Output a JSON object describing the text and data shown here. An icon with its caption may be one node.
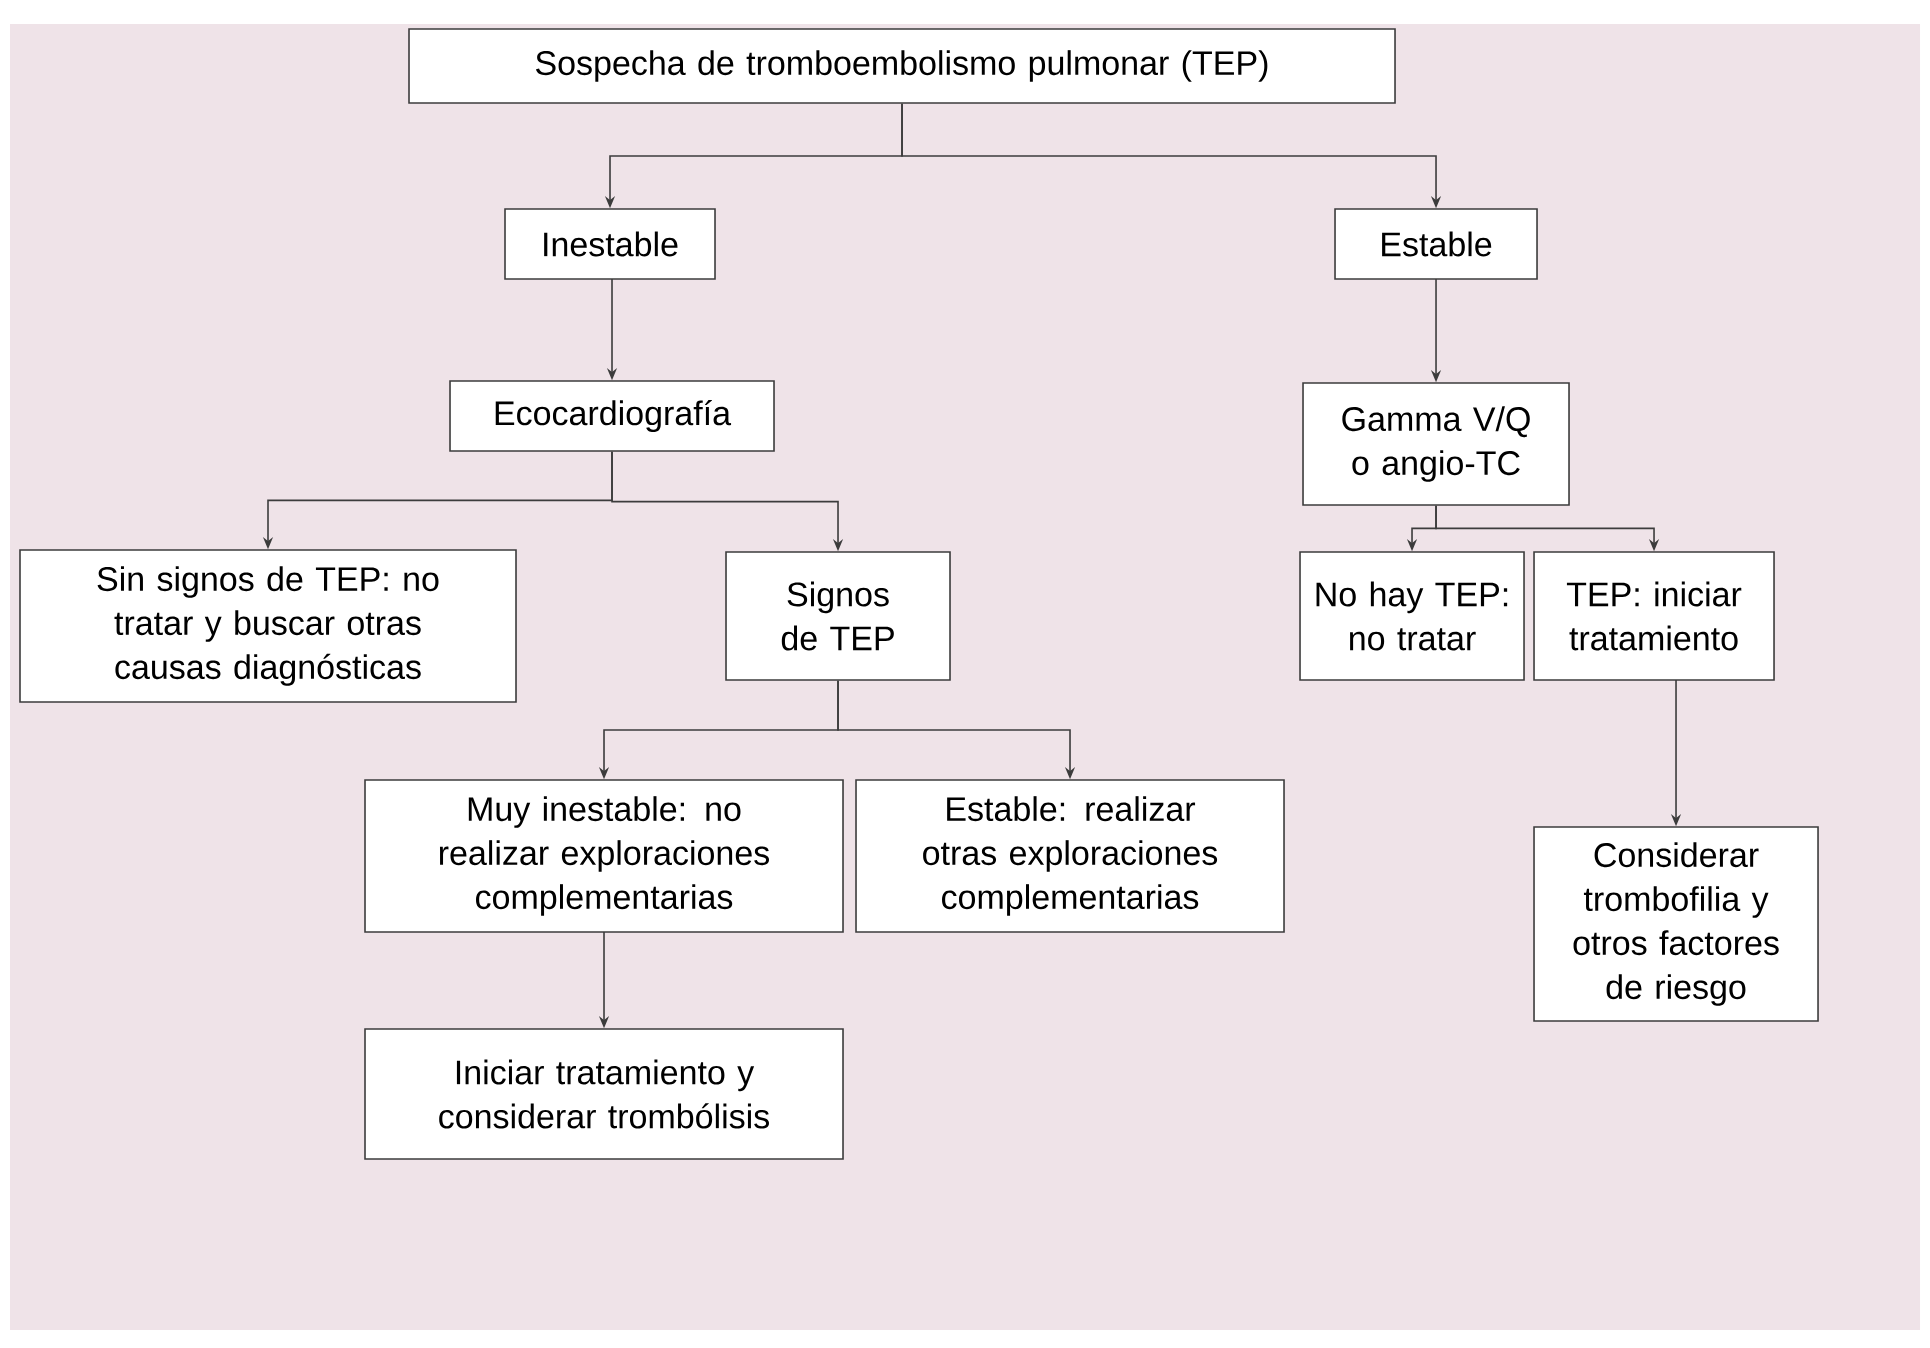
{
  "diagram": {
    "nodes": [
      {
        "text": [
          "Sospecha de tromboembolismo pulmonar (TEP)"
        ]
      },
      {
        "text": [
          "Inestable"
        ]
      },
      {
        "text": [
          "Estable"
        ]
      },
      {
        "text": [
          "Ecocardiografía"
        ]
      },
      {
        "text": [
          "Gamma V/Q o angio-TC"
        ]
      },
      {
        "text": [
          "Sin signos de TEP: no tratar y buscar otras causas diagnósticas"
        ]
      },
      {
        "text": [
          "Signos de TEP"
        ]
      },
      {
        "text": [
          "No hay TEP: no tratar"
        ]
      },
      {
        "text": [
          "TEP: iniciar tratamiento"
        ]
      },
      {
        "text": [
          "Muy inestable: no realizar exploraciones complementarias"
        ]
      },
      {
        "text": [
          "Estable: realizar otras exploraciones complementarias"
        ]
      },
      {
        "text": [
          "Considerar trombofilia y otros factores de riesgo"
        ]
      },
      {
        "text": [
          "Iniciar tratamiento y considerar trombólisis"
        ]
      }
    ],
    "edges": [
      {
        "from": 0,
        "to": 1,
        "arrow": "to"
      },
      {
        "from": 0,
        "to": 2,
        "arrow": "to"
      },
      {
        "from": 1,
        "to": 3,
        "arrow": "to"
      },
      {
        "from": 2,
        "to": 4,
        "arrow": "to"
      },
      {
        "from": 3,
        "to": 5,
        "arrow": "to"
      },
      {
        "from": 3,
        "to": 6,
        "arrow": "to"
      },
      {
        "from": 4,
        "to": 7,
        "arrow": "to"
      },
      {
        "from": 4,
        "to": 8,
        "arrow": "to"
      },
      {
        "from": 6,
        "to": 9,
        "arrow": "to"
      },
      {
        "from": 6,
        "to": 10,
        "arrow": "to"
      },
      {
        "from": 8,
        "to": 11,
        "arrow": "to"
      },
      {
        "from": 9,
        "to": 12,
        "arrow": "to"
      }
    ]
  }
}
